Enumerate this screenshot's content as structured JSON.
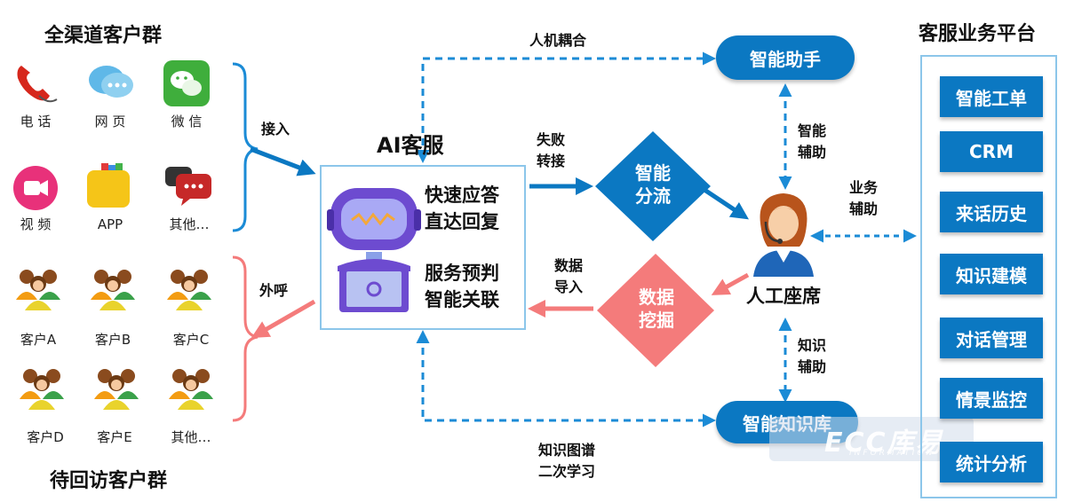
{
  "left": {
    "top_title": "全渠道客户群",
    "bottom_title": "待回访客户群",
    "channels": [
      {
        "label": "电 话",
        "icon": "phone-icon"
      },
      {
        "label": "网 页",
        "icon": "chat-bubble-icon"
      },
      {
        "label": "微 信",
        "icon": "wechat-icon"
      },
      {
        "label": "视 频",
        "icon": "video-icon"
      },
      {
        "label": "APP",
        "icon": "app-folder-icon"
      },
      {
        "label": "其他…",
        "icon": "message-icon"
      }
    ],
    "customers": [
      "客户A",
      "客户B",
      "客户C",
      "客户D",
      "客户E",
      "其他…"
    ]
  },
  "flow": {
    "inbound": "接入",
    "outbound": "外呼",
    "ai_title": "AI客服",
    "ai_line1": "快速应答",
    "ai_line2": "直达回复",
    "ai_line3": "服务预判",
    "ai_line4": "智能关联",
    "fail_transfer_1": "失败",
    "fail_transfer_2": "转接",
    "routing_1": "智能",
    "routing_2": "分流",
    "data_import_1": "数据",
    "data_import_2": "导入",
    "mining_1": "数据",
    "mining_2": "挖掘",
    "human_agent": "人工座席",
    "coupling": "人机耦合",
    "assistant": "智能助手",
    "assist_1": "智能",
    "assist_2": "辅助",
    "biz_assist_1": "业务",
    "biz_assist_2": "辅助",
    "knowledge_assist_1": "知识",
    "knowledge_assist_2": "辅助",
    "knowledge_base": "智能知识库",
    "kg_1": "知识图谱",
    "kg_2": "二次学习"
  },
  "platform": {
    "title": "客服业务平台",
    "items": [
      "智能工单",
      "CRM",
      "来话历史",
      "知识建模",
      "对话管理",
      "情景监控",
      "统计分析"
    ]
  },
  "watermark": {
    "text": "ECC库易",
    "sub": "INFORMATION"
  },
  "colors": {
    "blue": "#0b78c2",
    "red": "#f47b7b",
    "dash": "#1b8bd6"
  }
}
